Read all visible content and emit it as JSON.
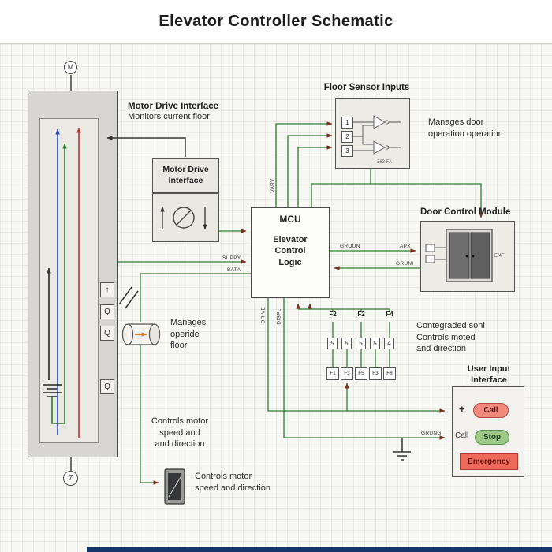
{
  "title": "Elevator Controller Schematic",
  "shaft": {
    "top_symbol": "M",
    "bottom_symbol": "7",
    "indicators": [
      "↑",
      "Q",
      "Q",
      "Q"
    ]
  },
  "notes": {
    "motor_note_title": "Motor Drive Interface",
    "motor_note_sub": "Monitors current floor",
    "door_note": "Manages door\noperation operation",
    "keypad_note": "Contegraded sonl\nControls moted\nand direction",
    "cylinder_note": "Manages\noperide\nfloor",
    "speed_note": "Controls motor\nspeed and\nand direction",
    "speed_note2": "Controls motor\nspeed and direction"
  },
  "boxes": {
    "motor_drive_interface": "Motor Drive\nInterface",
    "mcu_title": "MCU",
    "mcu_sub": "Elevator\nControl\nLogic",
    "floor_sensor_title": "Floor Sensor Inputs",
    "door_module_title": "Door Control Module",
    "user_input_title": "User Input\nInterface"
  },
  "sensor": {
    "channels": [
      "1",
      "2",
      "3"
    ],
    "footnote": "363  FA"
  },
  "door": {
    "side_label": "E/4F"
  },
  "wire_labels": {
    "vary": "VARY",
    "suppy": "SUPPY",
    "bata": "BATA",
    "groun": "GROUN",
    "apx": "APX",
    "gruni": "GRUNI",
    "drive": "DRIVE",
    "displ": "DISPL",
    "grung": "GRUNG"
  },
  "keypad": {
    "top": [
      "F2",
      "F2",
      "F4"
    ],
    "mid": [
      "5",
      "5",
      "5",
      "5",
      "4"
    ],
    "bottom": [
      "F1",
      "F3",
      "F5",
      "F3",
      "F8"
    ]
  },
  "user_input": {
    "plus": "+",
    "call_pill": "Call",
    "call_text": "Call",
    "stop_pill": "Stop",
    "emergency": "Emergency"
  },
  "colors": {
    "wire_green": "#2e7d32",
    "wire_maroon": "#7b2d20",
    "call_red": "#f08a7e",
    "stop_green": "#9cc987",
    "emergency_red": "#ee6a5a",
    "bottom_bar_navy": "#16366b"
  }
}
